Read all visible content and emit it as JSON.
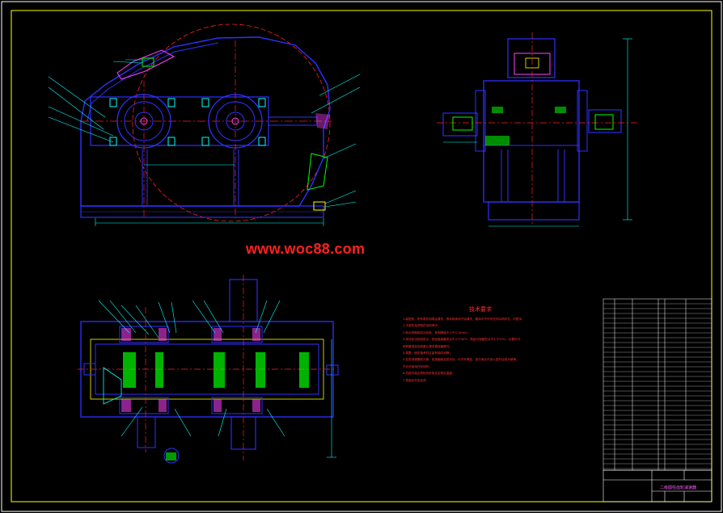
{
  "watermark": "www.woc88.com",
  "technical_requirements": {
    "title": "技术要求",
    "notes": [
      "1.装配前，所有零件用煤油清洗，滚动轴承用汽油清洗，箱体内不许有任何杂物存在，内壁涂",
      "  上不被机油浸蚀的涂料两次；",
      "2.啮合侧隙用铅丝检验，其侧隙值不小于0.16mm；",
      "3.用涂色法检验斑点，按齿高接触斑点不小于40%，按齿长接触斑点不小于50%，必要时可",
      "  用研磨或刮后研磨以便改善接触情况；",
      "4.调整、固定轴承时应留有轴向间隙；",
      "5.检查减速器剖分面、各接触面及密封处，均不许漏油，剖分面允许涂以密封油或水玻璃，",
      "  不允许使用任何填料；",
      "6.机座内装全损耗系统用油至规定高度；",
      "7.表面涂灰色油漆。"
    ]
  },
  "title_block": {
    "drawing_title": "二级圆柱齿轮减速器"
  },
  "colors": {
    "frame": "#ffff00",
    "outline": "#3030ff",
    "centerline": "#ff2020",
    "dimension": "#00ffff",
    "gear": "#00ff00",
    "hatch": "#ff40ff",
    "text": "#ff3030"
  }
}
